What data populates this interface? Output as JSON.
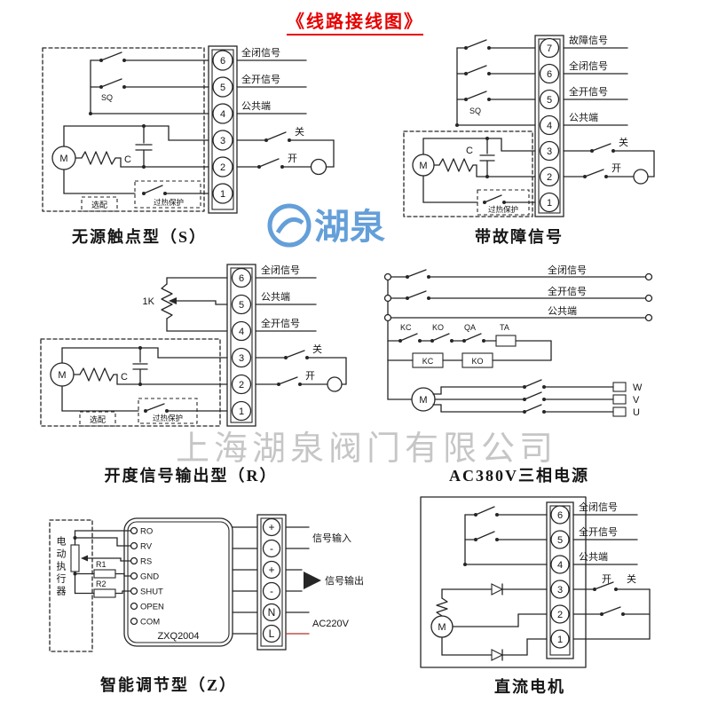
{
  "page": {
    "title": "《线路接线图》"
  },
  "colors": {
    "title_red": "#e60000",
    "logo_blue": "#4a8fd3",
    "wm_gray": "#8f8f8f",
    "ink": "#262626",
    "red_wire": "#b03226"
  },
  "watermark": {
    "logo_text": "湖泉",
    "company": "上海湖泉阀门有限公司"
  },
  "d1": {
    "caption": "无源触点型（S）",
    "terminals": [
      "6",
      "5",
      "4",
      "3",
      "2",
      "1"
    ],
    "sig_closed": "全闭信号",
    "sig_open": "全开信号",
    "common": "公共端",
    "close": "关",
    "open": "开",
    "motor": "M",
    "cap": "C",
    "sq": "SQ",
    "optional": "选配",
    "thermal": "过热保护"
  },
  "d2": {
    "caption": "带故障信号",
    "terminals": [
      "7",
      "6",
      "5",
      "4",
      "3",
      "2",
      "1"
    ],
    "sig_fault": "故障信号",
    "sig_closed": "全闭信号",
    "sig_open": "全开信号",
    "common": "公共端",
    "close": "关",
    "open": "开",
    "motor": "M",
    "cap": "C",
    "sq": "SQ",
    "thermal": "过热保护"
  },
  "d3": {
    "caption": "开度信号输出型（R）",
    "terminals": [
      "6",
      "5",
      "4",
      "3",
      "2",
      "1"
    ],
    "sig_closed": "全闭信号",
    "common": "公共端",
    "sig_open": "全开信号",
    "pot": "1K",
    "close": "关",
    "open": "开",
    "motor": "M",
    "cap": "C",
    "optional": "选配",
    "thermal": "过热保护"
  },
  "d4": {
    "caption": "AC380V三相电源",
    "sig_closed": "全闭信号",
    "sig_open": "全开信号",
    "common": "公共端",
    "contacts": [
      "KC",
      "KO",
      "QA",
      "TA"
    ],
    "coils": [
      "KC",
      "KO"
    ],
    "motor": "M",
    "phases": [
      "W",
      "V",
      "U"
    ]
  },
  "d5": {
    "caption": "智能调节型（Z）",
    "actuator": "电动执行器",
    "r1": "R1",
    "r2": "R2",
    "pins": [
      "RO",
      "RV",
      "RS",
      "GND",
      "SHUT",
      "OPEN",
      "COM"
    ],
    "model": "ZXQ2004",
    "terms": [
      "+",
      "-",
      "+",
      "-",
      "N",
      "L"
    ],
    "signal_in": "信号输入",
    "signal_out": "信号输出",
    "ac": "AC220V"
  },
  "d6": {
    "caption": "直流电机",
    "terminals": [
      "6",
      "5",
      "4",
      "3",
      "2",
      "1"
    ],
    "sig_closed": "全闭信号",
    "sig_open": "全开信号",
    "common": "公共端",
    "open": "开",
    "close": "关",
    "motor": "M"
  }
}
